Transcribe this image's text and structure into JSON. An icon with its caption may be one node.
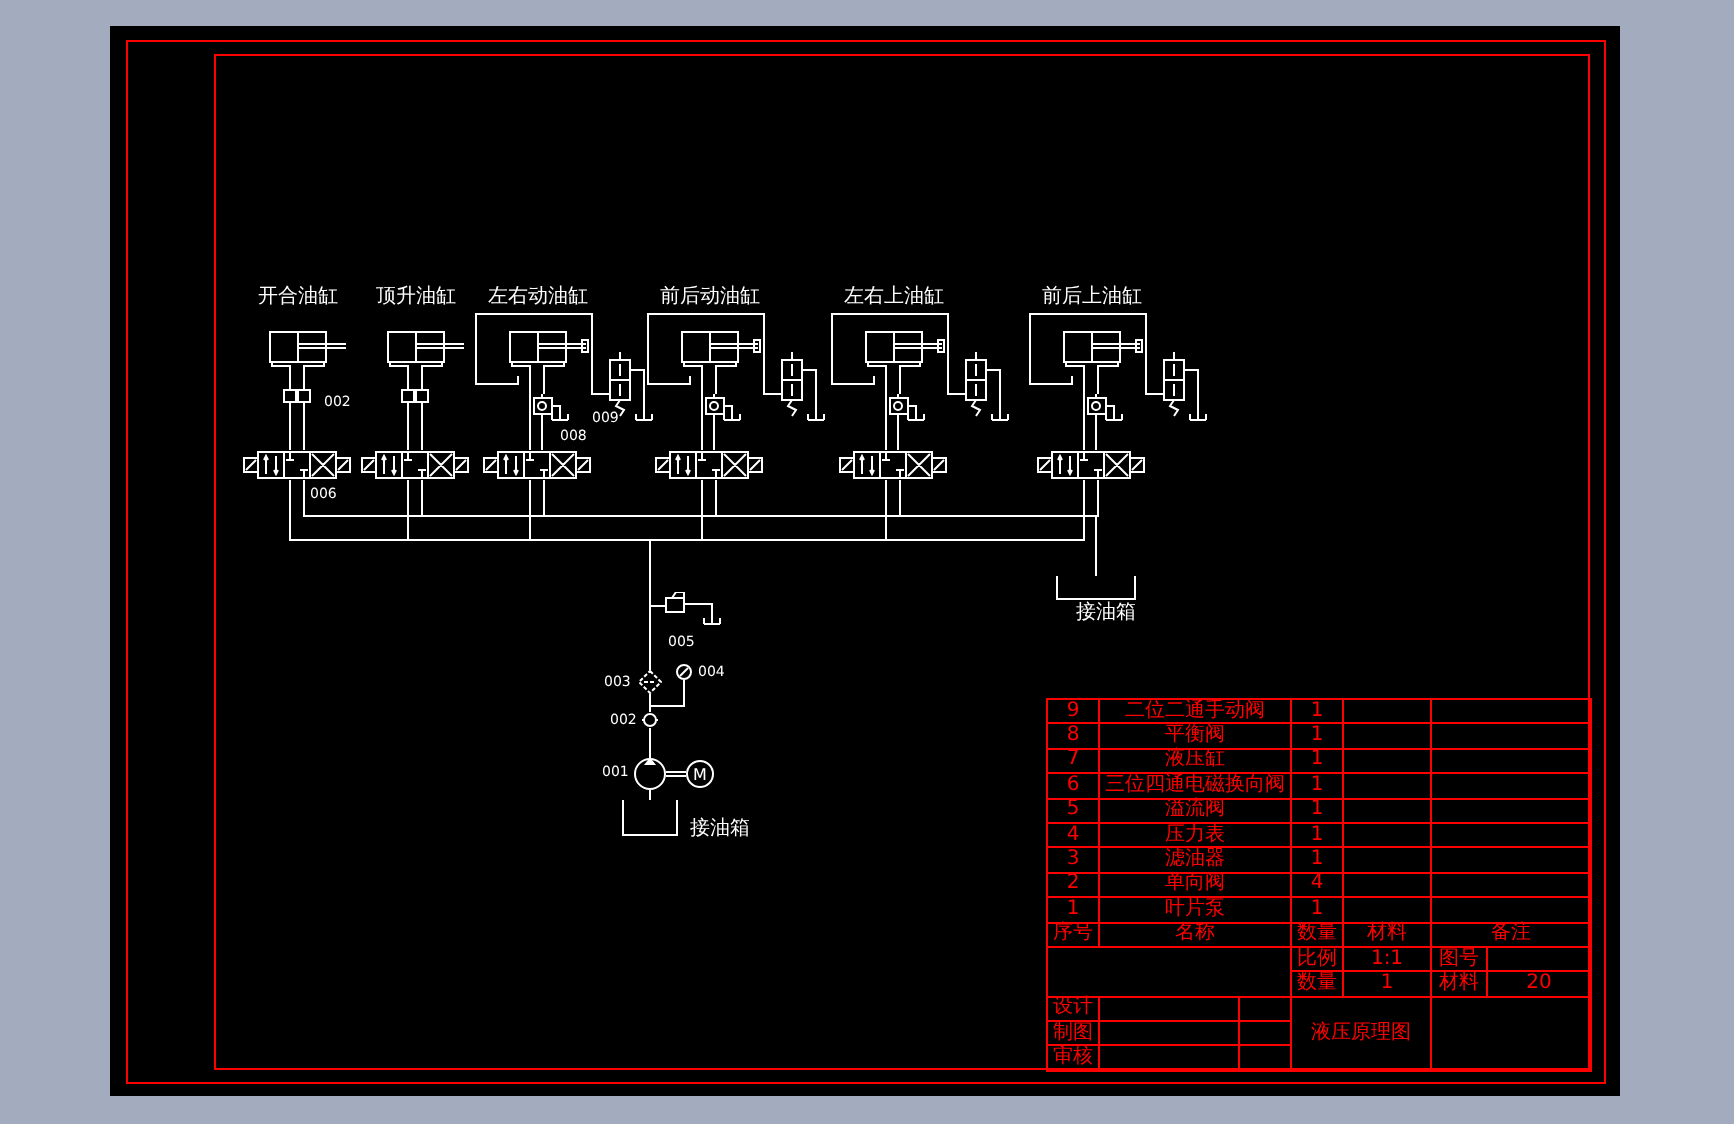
{
  "diagram": {
    "title": "液压原理图",
    "nodes": [
      {
        "text": [
          "开合油缸"
        ]
      },
      {
        "text": [
          "顶升油缸"
        ]
      },
      {
        "text": [
          "左右动油缸"
        ]
      },
      {
        "text": [
          "前后动油缸"
        ]
      },
      {
        "text": [
          "左右上油缸"
        ]
      },
      {
        "text": [
          "前后上油缸"
        ]
      },
      {
        "text": [],
        "shape": "box",
        "beside": [
          "006"
        ]
      },
      {
        "text": [],
        "shape": "box"
      },
      {
        "text": [],
        "shape": "box"
      },
      {
        "text": [],
        "shape": "box"
      },
      {
        "text": [],
        "shape": "box"
      },
      {
        "text": [],
        "shape": "box"
      },
      {
        "text": [],
        "shape": "box",
        "beside": [
          "008"
        ]
      },
      {
        "text": [],
        "shape": "box"
      },
      {
        "text": [],
        "shape": "box"
      },
      {
        "text": [],
        "shape": "box"
      },
      {
        "text": [],
        "shape": "box",
        "beside": [
          "009"
        ]
      },
      {
        "text": [],
        "shape": "box"
      },
      {
        "text": [],
        "shape": "box"
      },
      {
        "text": [],
        "shape": "box"
      },
      {
        "text": [],
        "shape": "circle",
        "beside": [
          "001"
        ]
      },
      {
        "text": [
          "M"
        ]
      },
      {
        "text": [],
        "shape": "circle",
        "beside": [
          "002"
        ]
      },
      {
        "text": [],
        "shape": "diamond",
        "beside": [
          "003"
        ]
      },
      {
        "text": [],
        "shape": "circle",
        "beside": [
          "004"
        ]
      },
      {
        "text": [],
        "shape": "box",
        "beside": [
          "005"
        ]
      },
      {
        "text": [],
        "shape": "box",
        "beside": [
          "接油箱"
        ]
      },
      {
        "text": [],
        "shape": "box",
        "beside": [
          "接油箱"
        ]
      }
    ],
    "edges": [
      {
        "from": 0,
        "to": 6,
        "arrow": "none"
      },
      {
        "from": 1,
        "to": 7,
        "arrow": "none"
      },
      {
        "from": 2,
        "to": 8,
        "arrow": "none"
      },
      {
        "from": 2,
        "to": 12,
        "arrow": "none"
      },
      {
        "from": 12,
        "to": 8,
        "arrow": "none"
      },
      {
        "from": 2,
        "to": 16,
        "arrow": "none"
      },
      {
        "from": 3,
        "to": 9,
        "arrow": "none"
      },
      {
        "from": 3,
        "to": 13,
        "arrow": "none"
      },
      {
        "from": 13,
        "to": 9,
        "arrow": "none"
      },
      {
        "from": 3,
        "to": 17,
        "arrow": "none"
      },
      {
        "from": 4,
        "to": 10,
        "arrow": "none"
      },
      {
        "from": 4,
        "to": 14,
        "arrow": "none"
      },
      {
        "from": 14,
        "to": 10,
        "arrow": "none"
      },
      {
        "from": 4,
        "to": 18,
        "arrow": "none"
      },
      {
        "from": 5,
        "to": 11,
        "arrow": "none"
      },
      {
        "from": 5,
        "to": 15,
        "arrow": "none"
      },
      {
        "from": 15,
        "to": 11,
        "arrow": "none"
      },
      {
        "from": 5,
        "to": 19,
        "arrow": "none"
      },
      {
        "from": 23,
        "to": 6,
        "arrow": "none"
      },
      {
        "from": 23,
        "to": 7,
        "arrow": "none"
      },
      {
        "from": 23,
        "to": 8,
        "arrow": "none"
      },
      {
        "from": 23,
        "to": 9,
        "arrow": "none"
      },
      {
        "from": 23,
        "to": 10,
        "arrow": "none"
      },
      {
        "from": 23,
        "to": 11,
        "arrow": "none"
      },
      {
        "from": 6,
        "to": 27,
        "arrow": "none"
      },
      {
        "from": 7,
        "to": 27,
        "arrow": "none"
      },
      {
        "from": 8,
        "to": 27,
        "arrow": "none"
      },
      {
        "from": 9,
        "to": 27,
        "arrow": "none"
      },
      {
        "from": 10,
        "to": 27,
        "arrow": "none"
      },
      {
        "from": 11,
        "to": 27,
        "arrow": "none"
      },
      {
        "from": 23,
        "to": 25,
        "arrow": "none"
      },
      {
        "from": 22,
        "to": 23,
        "arrow": "none"
      },
      {
        "from": 22,
        "to": 24,
        "arrow": "none"
      },
      {
        "from": 20,
        "to": 22,
        "arrow": "none"
      },
      {
        "from": 21,
        "to": 20,
        "arrow": "none"
      },
      {
        "from": 26,
        "to": 20,
        "arrow": "none"
      }
    ],
    "labels": [
      "002",
      "9",
      "二位二通手动阀",
      "1",
      "8",
      "平衡阀",
      "1",
      "7",
      "液压缸",
      "1",
      "6",
      "三位四通电磁换向阀",
      "1",
      "5",
      "溢流阀",
      "1",
      "4",
      "压力表",
      "1",
      "3",
      "滤油器",
      "1",
      "2",
      "单向阀",
      "4",
      "1",
      "叶片泵",
      "1",
      "序号",
      "名称",
      "数量",
      "材料",
      "备注",
      "比例",
      "1:1",
      "图号",
      "数量",
      "1",
      "材料",
      "20",
      "设计",
      "制图",
      "审核"
    ]
  }
}
